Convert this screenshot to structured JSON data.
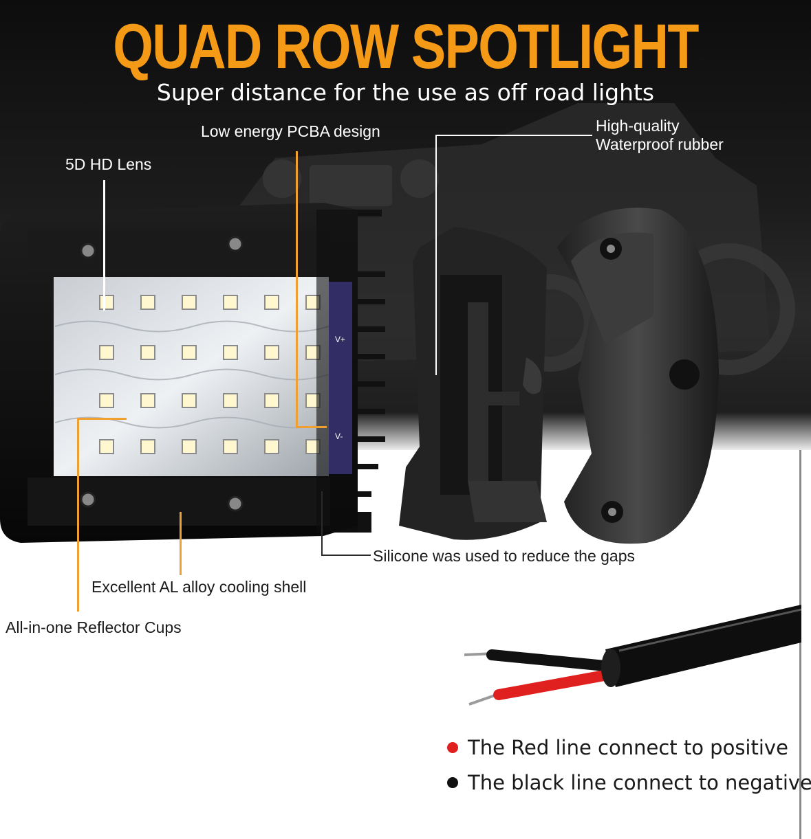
{
  "header": {
    "title": "QUAD ROW SPOTLIGHT",
    "subtitle": "Super distance for the use as off road lights"
  },
  "callouts": {
    "pcba": "Low energy PCBA design",
    "rubber_line1": "High-quality",
    "rubber_line2": "Waterproof rubber",
    "lens": "5D HD Lens",
    "silicone": "Silicone was used to reduce the gaps",
    "shell": "Excellent AL alloy cooling shell",
    "reflector": "All-in-one Reflector Cups"
  },
  "wiring": {
    "positive": "The Red line connect to positive",
    "negative": "The black line connect to negative",
    "positive_color": "#e0201e",
    "negative_color": "#111111"
  },
  "colors": {
    "title": "#f59a16",
    "accent_line": "#f0a030"
  },
  "product": {
    "pcb_labels": [
      "V+",
      "V-"
    ]
  }
}
